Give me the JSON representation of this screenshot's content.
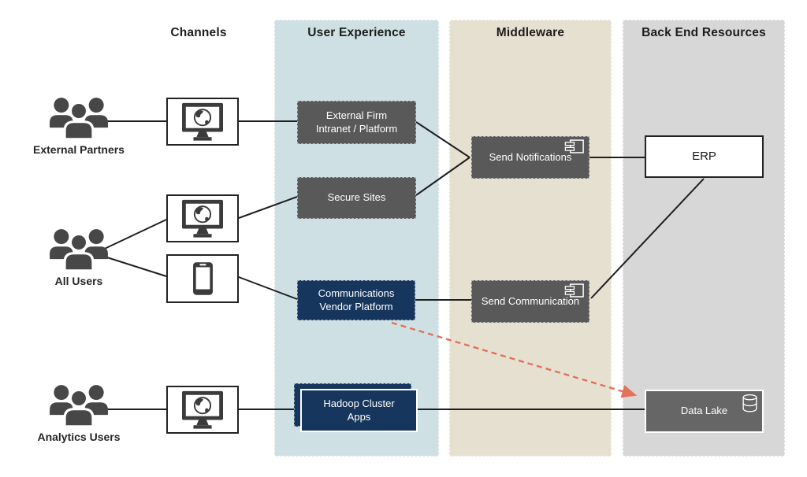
{
  "lanes": {
    "channels": {
      "label": "Channels"
    },
    "user_experience": {
      "label": "User Experience",
      "color": "#cfe0e4"
    },
    "middleware": {
      "label": "Middleware",
      "color": "#e6e0d1"
    },
    "backend": {
      "label": "Back End Resources",
      "color": "#d7d7d7"
    }
  },
  "actors": {
    "external_partners": {
      "label": "External Partners"
    },
    "all_users": {
      "label": "All Users"
    },
    "analytics_users": {
      "label": "Analytics Users"
    }
  },
  "nodes": {
    "external_firm": {
      "lines": [
        "External Firm",
        "Intranet / Platform"
      ],
      "color": "#595959"
    },
    "secure_sites": {
      "lines": [
        "Secure Sites",
        ""
      ],
      "color": "#595959"
    },
    "comm_vendor_platform": {
      "lines": [
        "Communications",
        "Vendor Platform"
      ],
      "color": "#17365d"
    },
    "hadoop_cluster_apps": {
      "lines": [
        "Hadoop Cluster",
        "Apps"
      ],
      "color": "#17365d"
    },
    "send_notifications": {
      "label": "Send Notifications",
      "color": "#595959"
    },
    "send_communication": {
      "label": "Send Communication",
      "color": "#595959"
    },
    "erp": {
      "label": "ERP",
      "color": "#ffffff"
    },
    "data_lake": {
      "label": "Data Lake",
      "color": "#666666"
    }
  },
  "icons": {
    "users": "users-icon",
    "monitor_globe": "monitor-globe-icon",
    "smartphone": "smartphone-icon",
    "component": "component-icon",
    "database": "database-icon"
  },
  "connectors": {
    "line_color": "#1f1f1f",
    "dashed_arrow_color": "#e0735a",
    "dashed_arrow_from": "comm_vendor_platform",
    "dashed_arrow_to": "data_lake"
  }
}
